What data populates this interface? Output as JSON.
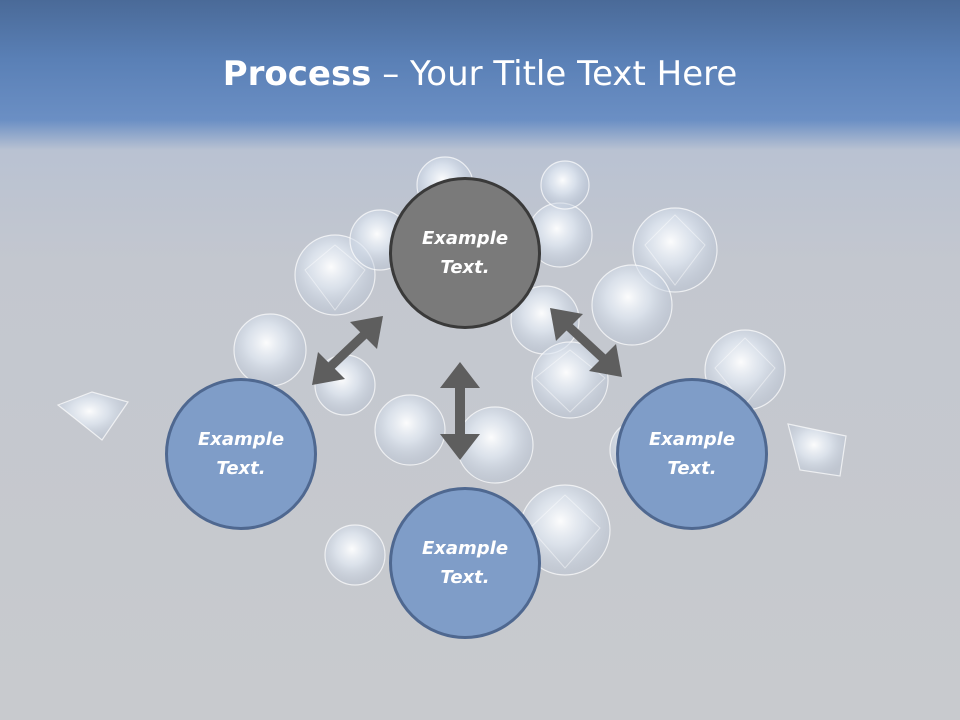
{
  "slide": {
    "title_bold": "Process",
    "title_rest": " – Your Title Text Here"
  },
  "nodes": {
    "top": {
      "line1": "Example",
      "line2": "Text."
    },
    "left": {
      "line1": "Example",
      "line2": "Text."
    },
    "bottom": {
      "line1": "Example",
      "line2": "Text."
    },
    "right": {
      "line1": "Example",
      "line2": "Text."
    }
  },
  "colors": {
    "header_band": "#5a80b6",
    "center_node_fill": "#7a7a7a",
    "blue_node_fill": "#7f9dc8",
    "arrow": "#5e5e5e"
  }
}
